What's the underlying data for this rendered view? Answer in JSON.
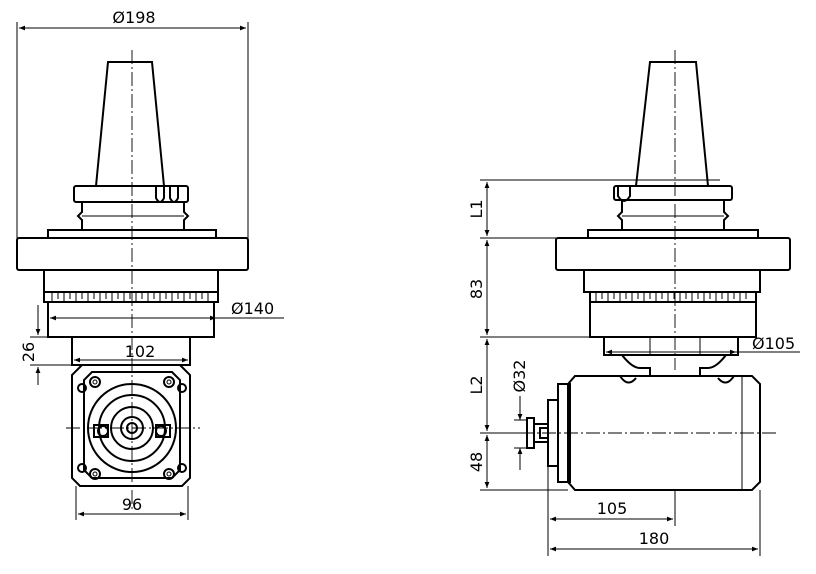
{
  "front_view": {
    "dim_overall_diameter": "Ø198",
    "dim_body_diameter": "Ø140",
    "dim_flange_height": "26",
    "dim_head_width": "102",
    "dim_base_width": "96"
  },
  "side_view": {
    "dim_l1": "L1",
    "dim_83": "83",
    "dim_l2": "L2",
    "dim_48": "48",
    "dim_neck_diameter": "Ø105",
    "dim_shaft_diameter": "Ø32",
    "dim_105": "105",
    "dim_180": "180"
  }
}
